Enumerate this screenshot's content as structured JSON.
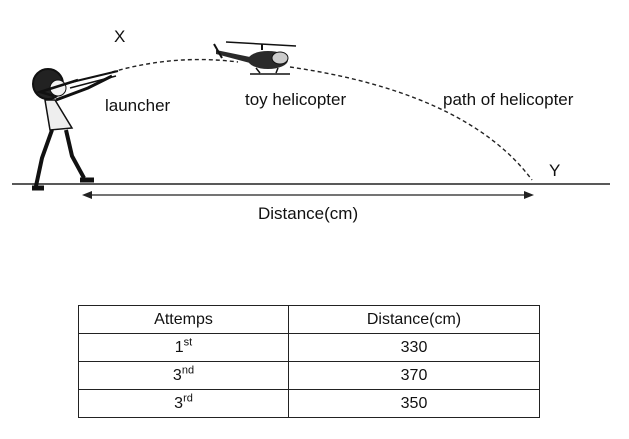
{
  "diagram": {
    "point_start": "X",
    "point_end": "Y",
    "label_launcher": "launcher",
    "label_helicopter": "toy helicopter",
    "label_path": "path of helicopter",
    "label_distance": "Distance(cm)"
  },
  "table": {
    "headers": [
      "Attemps",
      "Distance(cm)"
    ],
    "rows": [
      {
        "attempt_num": "1",
        "attempt_suffix": "st",
        "distance": "330"
      },
      {
        "attempt_num": "3",
        "attempt_suffix": "nd",
        "distance": "370"
      },
      {
        "attempt_num": "3",
        "attempt_suffix": "rd",
        "distance": "350"
      }
    ]
  },
  "colors": {
    "ink": "#111111",
    "background": "#ffffff"
  }
}
